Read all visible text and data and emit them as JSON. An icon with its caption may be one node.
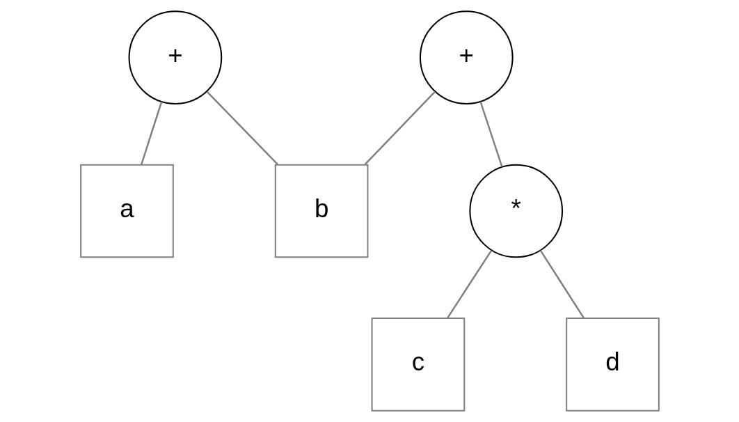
{
  "diagram": {
    "nodes": [
      {
        "text": [
          "+"
        ]
      },
      {
        "text": [
          "+"
        ]
      },
      {
        "text": [
          "a"
        ]
      },
      {
        "text": [
          "b"
        ]
      },
      {
        "text": [
          "*"
        ]
      },
      {
        "text": [
          "c"
        ]
      },
      {
        "text": [
          "d"
        ]
      }
    ],
    "edges": [
      {
        "from": 0,
        "to": 2,
        "arrow": "none"
      },
      {
        "from": 0,
        "to": 3,
        "arrow": "none"
      },
      {
        "from": 1,
        "to": 3,
        "arrow": "none"
      },
      {
        "from": 1,
        "to": 4,
        "arrow": "none"
      },
      {
        "from": 4,
        "to": 5,
        "arrow": "none"
      },
      {
        "from": 4,
        "to": 6,
        "arrow": "none"
      }
    ]
  }
}
